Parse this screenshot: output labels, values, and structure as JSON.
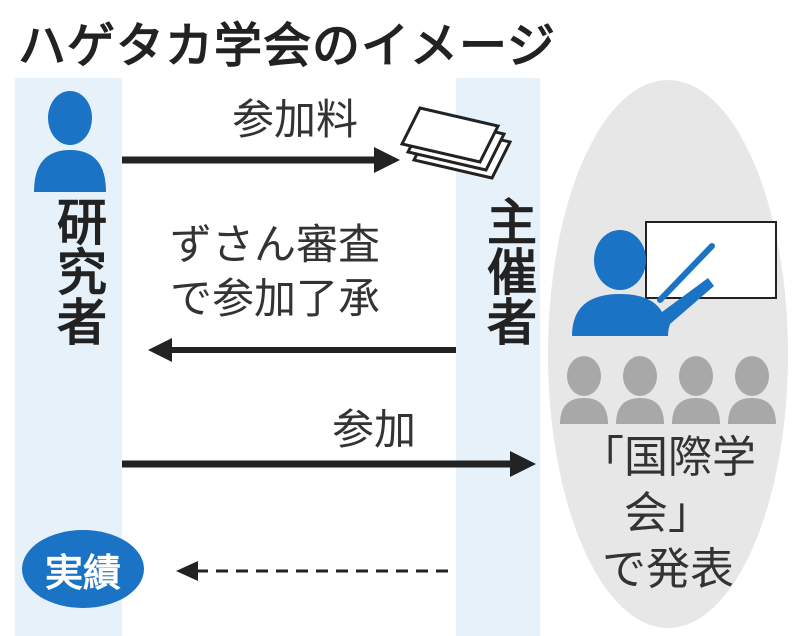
{
  "title": "ハゲタカ学会のイメージ",
  "actors": {
    "researcher": "研究者",
    "organizer": "主催者"
  },
  "flows": {
    "fee": "参加料",
    "review_line1": "ずさん審査",
    "review_line2": "で参加了承",
    "participation": "参加"
  },
  "conference": {
    "line1": "「国際学会」",
    "line2": "で発表"
  },
  "badge": "実績",
  "colors": {
    "person_blue": "#1a73c4",
    "audience_gray": "#a8a8a8",
    "lane_blue": "#e6f1fa",
    "ellipse_gray": "#e7e7e7",
    "arrow_dark": "#222222"
  }
}
